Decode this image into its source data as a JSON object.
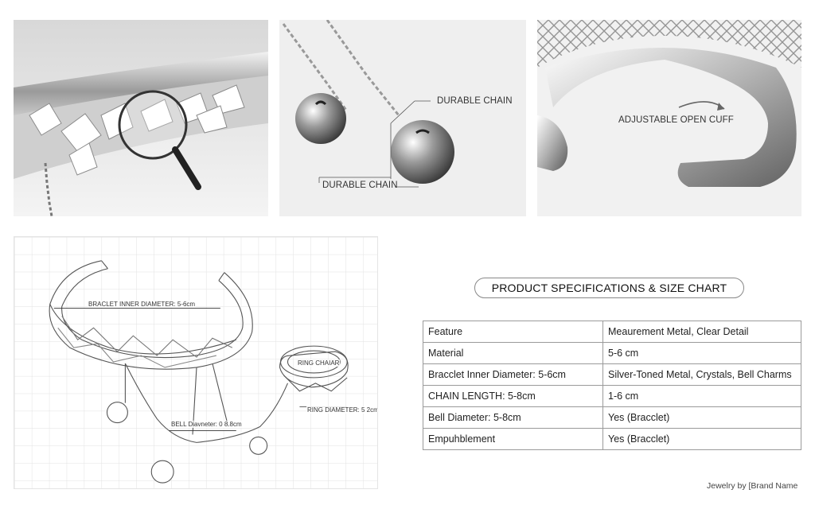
{
  "photos": {
    "photo2": {
      "label_top": "DURABLE CHAIN",
      "label_bottom": "DURABLE CHAIN"
    },
    "photo3": {
      "label": "ADJUSTABLE OPEN CUFF"
    }
  },
  "sketch": {
    "bracelet_dim": "BRACLET INNER DIAMETER: 5-6cm",
    "ring_label": "RING CHAIAR",
    "ring_dim": "RING DIAMETER: 5 2cm",
    "bell_dim": "BELL Diavneter: 0 8.8cm"
  },
  "spec": {
    "title": "PRODUCT SPECIFICATIONS & SIZE CHART",
    "rows": [
      [
        "Feature",
        "Meaurement Metal, Clear Detail"
      ],
      [
        "Material",
        "5-6 cm"
      ],
      [
        "Bracclet Inner Diameter: 5-6cm",
        "Silver-Toned Metal, Crystals, Bell Charms"
      ],
      [
        "CHAIN LENGTH: 5-8cm",
        "1-6 cm"
      ],
      [
        "Bell Diameter:  5-8cm",
        "Yes (Bracclet)"
      ],
      [
        "Empuhblement",
        "Yes (Bracclet)"
      ]
    ]
  },
  "brand": "Jewelry by [Brand Name"
}
